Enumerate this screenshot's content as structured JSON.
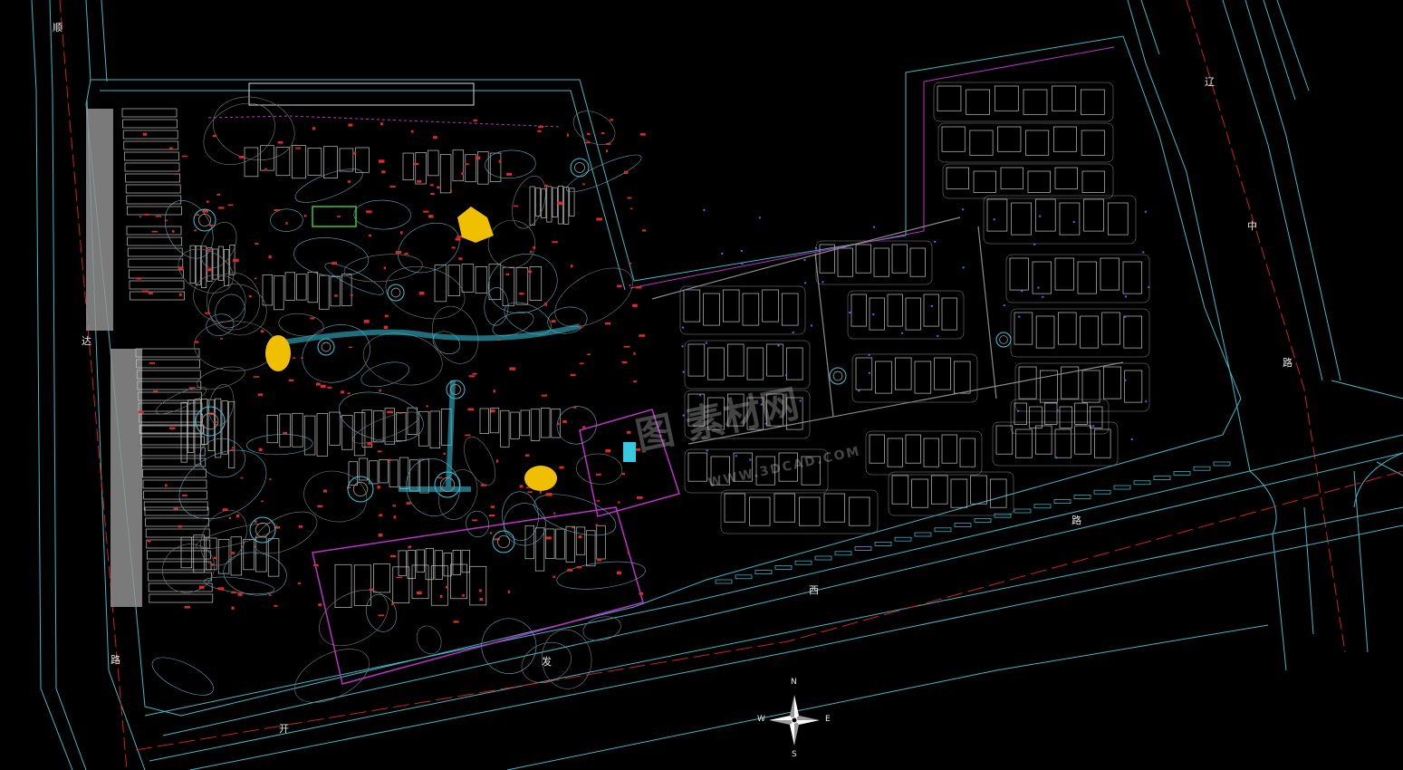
{
  "road_labels": {
    "west_top": "顺",
    "west_mid": "达",
    "west_bottom": "路",
    "east_top": "辽",
    "east_mid": "中",
    "east_bottom": "路",
    "south_right_1": "路",
    "south_right_2": "西",
    "south_left_1": "发",
    "south_left_2": "开"
  },
  "compass": {
    "n": "N",
    "s": "S",
    "e": "E",
    "w": "W"
  },
  "watermark": {
    "main": "图 素材网",
    "url": "WWW.3DCAD.COM"
  },
  "colors": {
    "background": "#000000",
    "road_edge": "#3fb8c8",
    "centerline": "#d02020",
    "boundary": "#c030c8",
    "buildings": "#bfbfbf",
    "annotations": "#e02828",
    "highlight": "#f0c000",
    "hedge": "#9a9a9a"
  }
}
